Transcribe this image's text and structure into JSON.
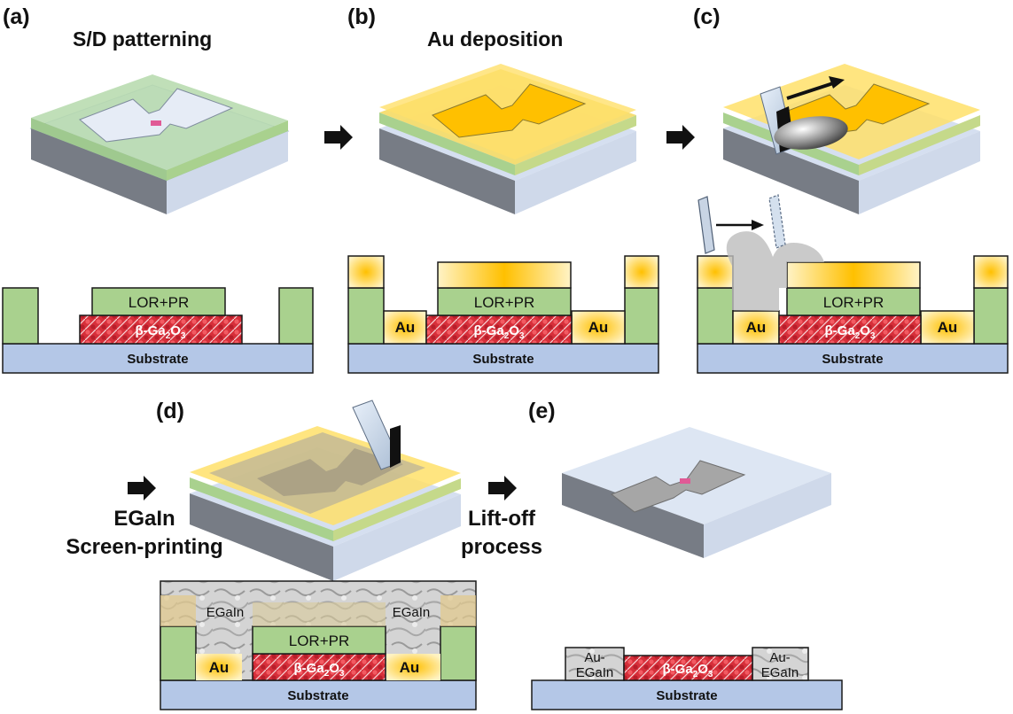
{
  "panels": {
    "a": {
      "letter": "(a)",
      "title": "S/D patterning"
    },
    "b": {
      "letter": "(b)",
      "title": "Au deposition"
    },
    "c": {
      "letter": "(c)"
    },
    "d": {
      "letter": "(d)",
      "process_line1": "EGaIn",
      "process_line2": "Screen-printing"
    },
    "e": {
      "letter": "(e)",
      "process_line1": "Lift-off",
      "process_line2": "process"
    }
  },
  "layers": {
    "substrate": "Substrate",
    "resist": "LOR+PR",
    "au": "Au",
    "egain": "EGaIn",
    "au_egain_line1": "Au-",
    "au_egain_line2": "EGaIn",
    "ga2o3_prefix": "β-Ga",
    "ga2o3_sub1": "2",
    "ga2o3_mid": "O",
    "ga2o3_sub2": "3"
  },
  "colors": {
    "substrate": "#b4c7e7",
    "resist": "#a9d18e",
    "gold": "#ffc000",
    "ga2o3": "#d9303b",
    "egain": "#c8c8c8"
  }
}
